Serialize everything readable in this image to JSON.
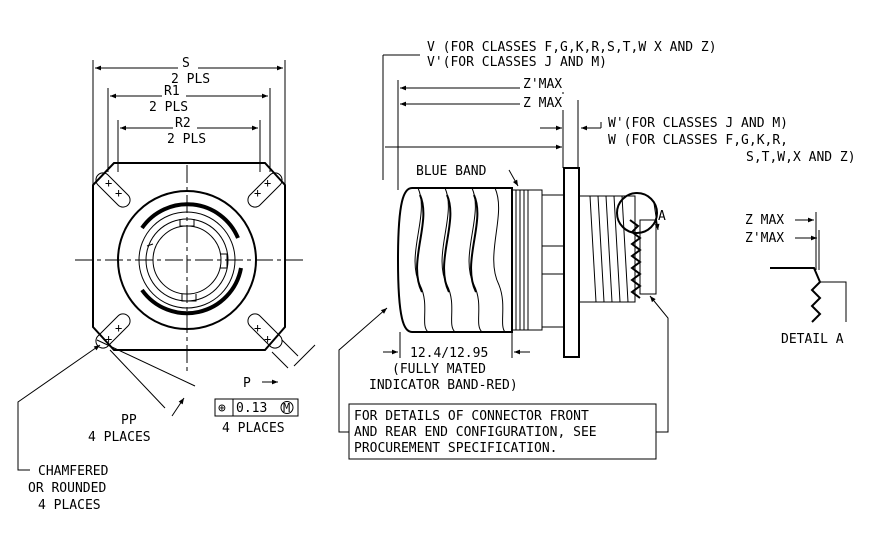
{
  "front_view": {
    "dim_s": "S",
    "dim_s_qty": "2 PLS",
    "dim_r1": "R1",
    "dim_r1_qty": "2 PLS",
    "dim_r2": "R2",
    "dim_r2_qty": "2 PLS",
    "dim_p": "P",
    "dim_pp": "PP",
    "pp_qty": "4 PLACES",
    "tolerance_symbol": "⊕",
    "tolerance_value": "0.13",
    "tolerance_modifier": "M",
    "tolerance_qty": "4 PLACES",
    "chamfer_line1": "CHAMFERED",
    "chamfer_line2": "OR ROUNDED",
    "chamfer_line3": "4 PLACES"
  },
  "side_view": {
    "v_line1": "V (FOR CLASSES F,G,K,R,S,T,W X AND Z)",
    "v_line2": "V'(FOR CLASSES J AND M)",
    "z_prime_max": "Z'MAX",
    "z_max": "Z MAX",
    "w_line1": "W'(FOR CLASSES J AND M)",
    "w_line2": "W (FOR CLASSES F,G,K,R,",
    "w_line3": "S,T,W,X AND Z)",
    "blue_band": "BLUE BAND",
    "callout_a": "A",
    "band_dim": "12.4/12.95",
    "band_note1": "(FULLY MATED",
    "band_note2": "INDICATOR BAND-RED)",
    "spec_note1": "FOR DETAILS OF CONNECTOR FRONT",
    "spec_note2": "AND REAR END CONFIGURATION, SEE",
    "spec_note3": "PROCUREMENT SPECIFICATION."
  },
  "detail_a": {
    "z_max": "Z MAX",
    "z_prime_max": "Z'MAX",
    "title": "DETAIL A"
  }
}
